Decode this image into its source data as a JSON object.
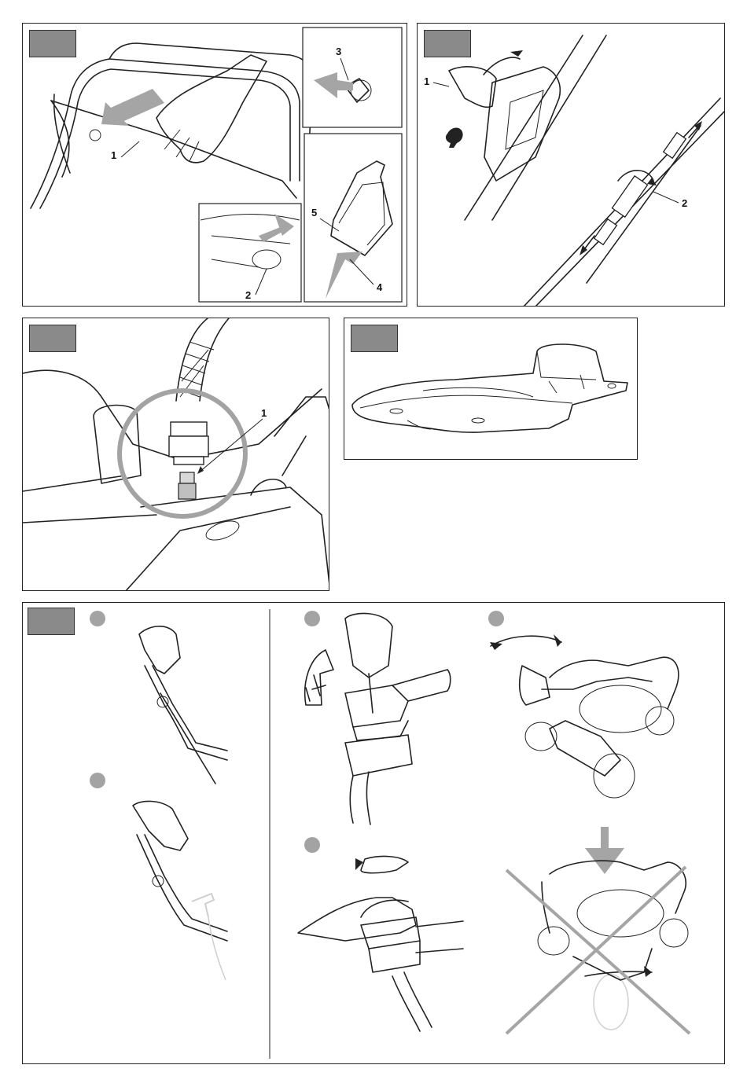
{
  "panels": [
    {
      "id": "p1",
      "labels": [
        "1",
        "2",
        "3",
        "4",
        "5"
      ]
    },
    {
      "id": "p2",
      "labels": [
        "1",
        "2"
      ]
    },
    {
      "id": "p3",
      "labels": [
        "1"
      ]
    },
    {
      "id": "p4",
      "labels": []
    },
    {
      "id": "p5",
      "labels": []
    }
  ],
  "colors": {
    "tag": "#8a8a8a",
    "arrow": "#a5a5a5",
    "line": "#222222",
    "step_dot": "#a3a3a3"
  },
  "icons": [
    "hare-icon",
    "arrow-icon",
    "cross-out-icon"
  ]
}
